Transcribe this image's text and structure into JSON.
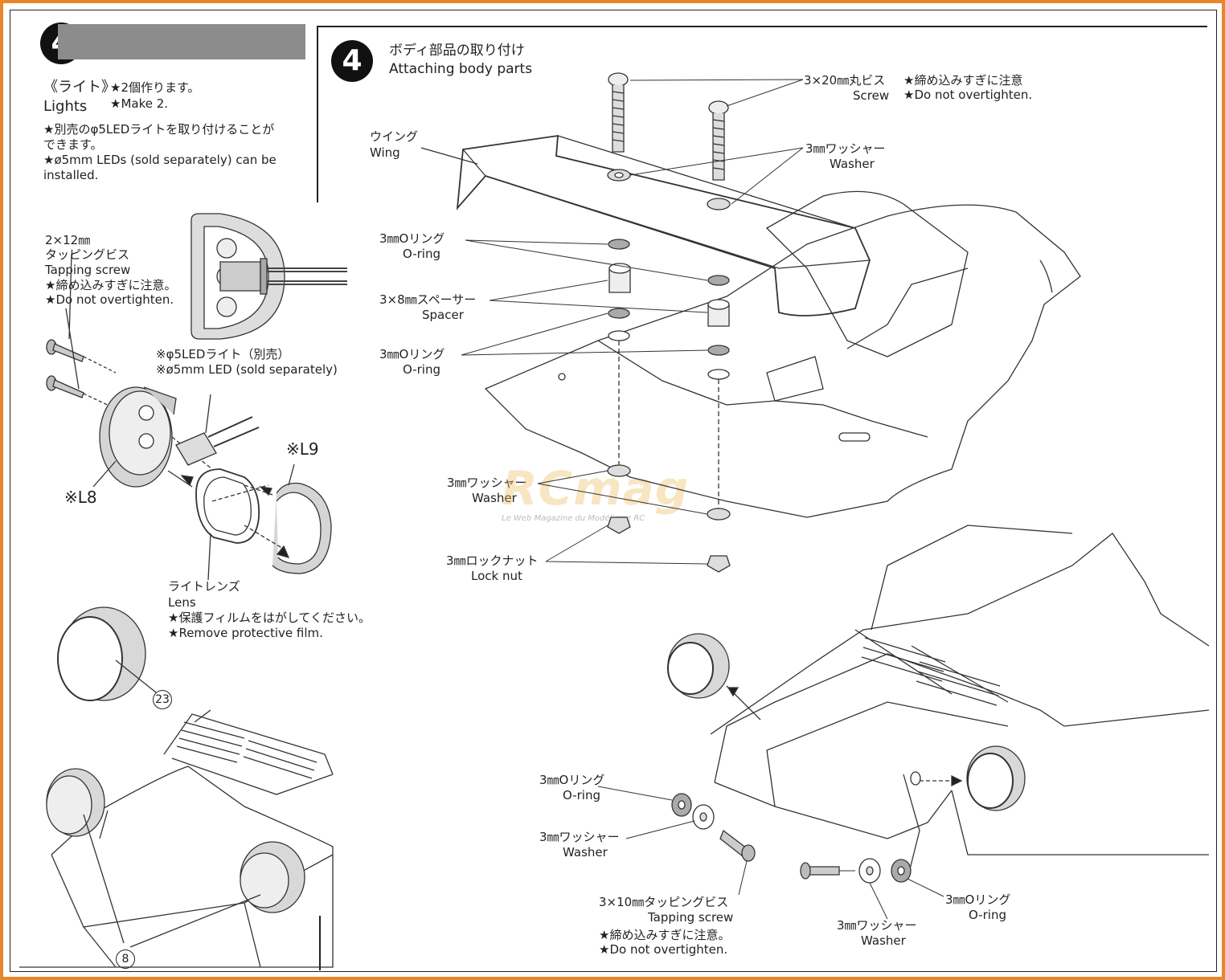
{
  "left_panel": {
    "step_number": "4",
    "lights_jp": "《ライト》",
    "lights_en": "Lights",
    "make_jp": "★2個作ります。",
    "make_en": "★Make 2.",
    "note_jp_1": "★別売のφ5LEDライトを取り付けることが",
    "note_jp_2": "できます。",
    "note_en_1": "★ø5mm  LEDs  (sold  separately)  can  be",
    "note_en_2": "installed.",
    "tap_size": "2×12㎜",
    "tap_jp": "タッピングビス",
    "tap_en": "Tapping screw",
    "tap_warn_jp": "★締め込みすぎに注意。",
    "tap_warn_en": "★Do not overtighten.",
    "led_jp": "※φ5LEDライト（別売）",
    "led_en": "※ø5mm LED (sold separately)",
    "part_l9": "※L9",
    "part_l8": "※L8",
    "lens_jp": "ライトレンズ",
    "lens_en": "Lens",
    "lens_note_jp": "★保護フィルムをはがしてください。",
    "lens_note_en": "★Remove protective film.",
    "sticker_23": "23",
    "sticker_8": "8"
  },
  "right_panel": {
    "step_number": "4",
    "title_jp": "ボディ部品の取り付け",
    "title_en": "Attaching body parts",
    "screw_jp": "3×20㎜丸ビス",
    "screw_en": "Screw",
    "screw_warn_jp": "★締め込みすぎに注意",
    "screw_warn_en": "★Do not overtighten.",
    "wing_jp": "ウイング",
    "wing_en": "Wing",
    "washer_top_jp": "3㎜ワッシャー",
    "washer_top_en": "Washer",
    "oring1_jp": "3㎜Oリング",
    "oring1_en": "O-ring",
    "spacer_jp": "3×8㎜スペーサー",
    "spacer_en": "Spacer",
    "oring2_jp": "3㎜Oリング",
    "oring2_en": "O-ring",
    "washer_mid_jp": "3㎜ワッシャー",
    "washer_mid_en": "Washer",
    "locknut_jp": "3㎜ロックナット",
    "locknut_en": "Lock nut",
    "oring3_jp": "3㎜Oリング",
    "oring3_en": "O-ring",
    "washer_low_jp": "3㎜ワッシャー",
    "washer_low_en": "Washer",
    "tap10_jp": "3×10㎜タッピングビス",
    "tap10_en": "Tapping screw",
    "tap10_warn_jp": "★締め込みすぎに注意。",
    "tap10_warn_en": "★Do not overtighten.",
    "washer_bot_jp": "3㎜ワッシャー",
    "washer_bot_en": "Washer",
    "oring4_jp": "3㎜Oリング",
    "oring4_en": "O-ring"
  },
  "watermark": {
    "logo": "RCmag",
    "tagline": "Le Web Magazine du Modélisme RC"
  },
  "colors": {
    "frame": "#e8872a",
    "ink": "#222222",
    "grey_bar": "#8c8c8c"
  }
}
